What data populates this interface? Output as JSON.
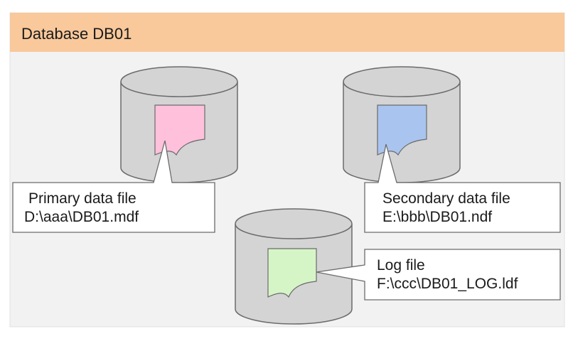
{
  "database": {
    "title": "Database DB01"
  },
  "colors": {
    "header_band": "#F9C89B",
    "panel_background": "#F2F2F2",
    "disk_fill": "#D4D4D4",
    "disk_outline": "#6B6B6B",
    "callout_fill": "#FFFFFF",
    "callout_outline": "#6B6B6B"
  },
  "files": [
    {
      "name": "primary-data-file",
      "label_line1": "Primary data file",
      "label_line2": "D:\\aaa\\DB01.mdf",
      "doc_color": "#FFC0DC",
      "icon": "document-icon"
    },
    {
      "name": "secondary-data-file",
      "label_line1": "Secondary data file",
      "label_line2": "E:\\bbb\\DB01.ndf",
      "doc_color": "#A9C4EF",
      "icon": "document-icon"
    },
    {
      "name": "log-file",
      "label_line1": "Log file",
      "label_line2": "F:\\ccc\\DB01_LOG.ldf",
      "doc_color": "#D6F5C7",
      "icon": "document-icon"
    }
  ]
}
